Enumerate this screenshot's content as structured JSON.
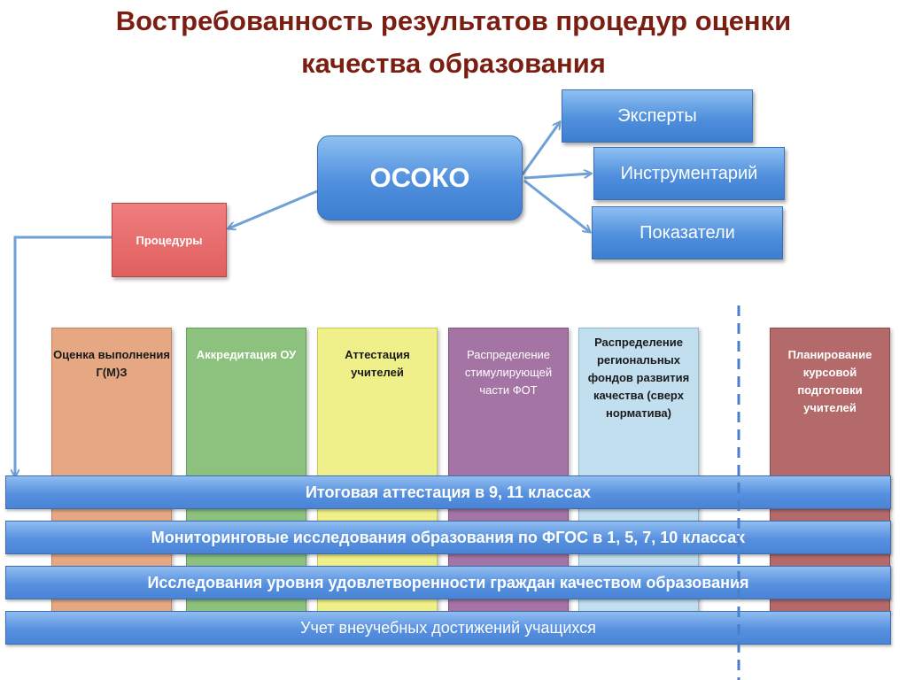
{
  "title": {
    "line1": "Востребованность результатов процедур оценки",
    "line2": "качества образования"
  },
  "center_node": "ОСОКО",
  "side_nodes": [
    "Эксперты",
    "Инструментарий",
    "Показатели"
  ],
  "procedures_node": "Процедуры",
  "columns": [
    {
      "label": "Оценка выполнения Г(М)З",
      "color": "#e5a882"
    },
    {
      "label": "Аккредитация ОУ",
      "color": "#8cc17e"
    },
    {
      "label": "Аттестация учителей",
      "color": "#f0f08a"
    },
    {
      "label": "Распределение стимулирующей части ФОТ",
      "color": "#a474a4"
    },
    {
      "label": "Распределение региональных фондов развития качества (сверх норматива)",
      "color": "#c2dff0"
    },
    {
      "label": "Планирование курсовой подготовки учителей",
      "color": "#b46a6a"
    }
  ],
  "bars": [
    "Итоговая аттестация в 9, 11 классах",
    "Мониторинговые исследования образования по ФГОС в 1, 5, 7, 10 классах",
    "Исследования уровня удовлетворенности граждан качеством образования",
    "Учет внеучебных достижений учащихся"
  ]
}
